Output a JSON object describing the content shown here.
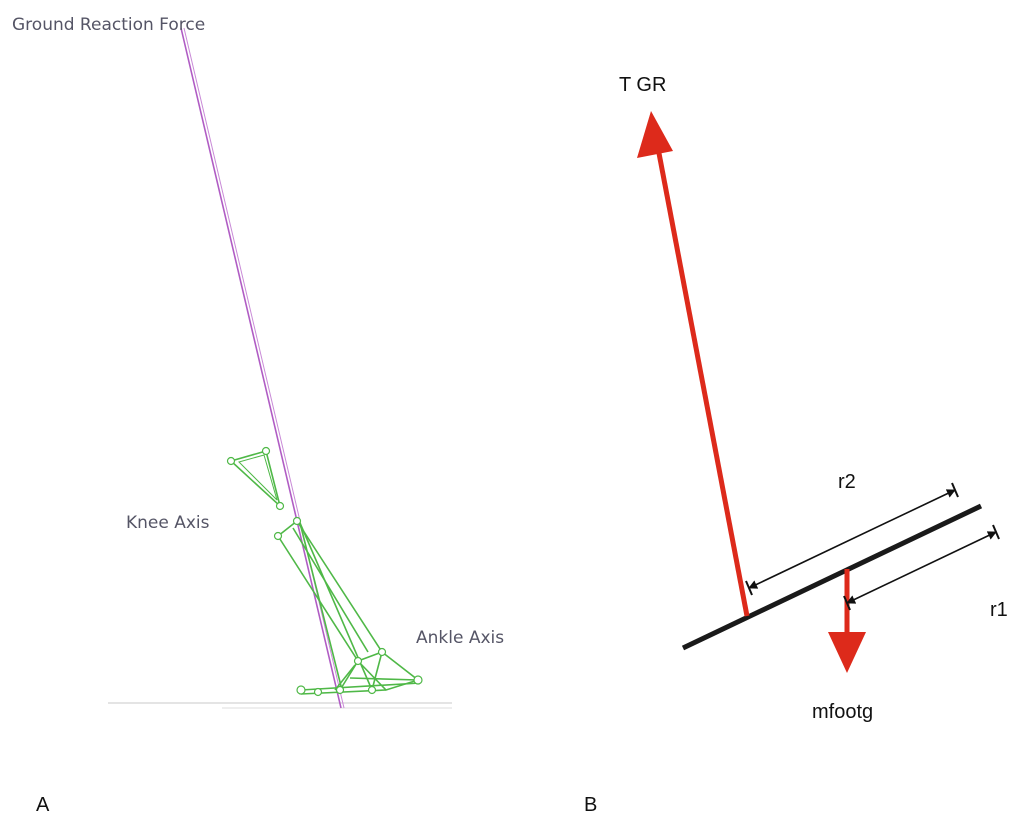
{
  "panel_a": {
    "panel_label": "A",
    "labels": {
      "ground_reaction_force": "Ground Reaction Force",
      "knee_axis": "Knee Axis",
      "ankle_axis": "Ankle Axis"
    },
    "colors": {
      "force_line": "#b05cc4",
      "skeleton": "#4fb847",
      "ground": "#d8d8d8",
      "text": "#555566"
    }
  },
  "panel_b": {
    "panel_label": "B",
    "labels": {
      "ground_reaction": "T GR",
      "distance_r2": "r2",
      "distance_r1": "r1",
      "weight": "mfootg"
    },
    "colors": {
      "force": "#dd2a1b",
      "foot": "#1a1a1a",
      "dimension": "#111111"
    }
  }
}
